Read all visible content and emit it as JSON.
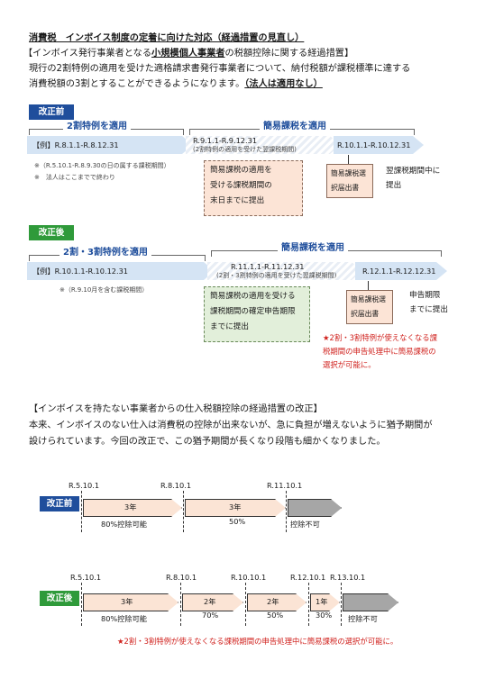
{
  "header": {
    "title": "消費税　インボイス制度の定着に向けた対応（経過措置の見直し）",
    "line1_a": "【インボイス発行事業者となる",
    "line1_b": "小規模個人事業者",
    "line1_c": "の税額控除に関する経過措置】",
    "line2": "現行の2割特例の適用を受けた適格請求書発行事業者について、納付税額が課税標準に達する",
    "line3_a": "消費税額の3割とすることができるようになります。",
    "line3_b": "（法人は適用なし）"
  },
  "before": {
    "tag": "改正前",
    "brace1": "2割特例を適用",
    "brace2": "簡易課税を適用",
    "seg1": "【例】R.8.1.1-R.8.12.31",
    "seg2": "R.9.1.1-R.9.12.31",
    "seg2_sub": "(2割特例の適用を受けた翌課税期間)",
    "seg3": "R.10.1.1-R.10.12.31",
    "note1": "※（R.5.10.1-R.8.9.30の日の属する課税期間）",
    "note2": "※　法人はここまでで終わり",
    "box1": [
      "簡易課税の適用を",
      "受ける課税期間の",
      "末日までに提出"
    ],
    "box2": [
      "簡易課税選",
      "択届出書"
    ],
    "box3": [
      "翌課税期間中に",
      "提出"
    ]
  },
  "after": {
    "tag": "改正後",
    "brace1": "2割・3割特例を適用",
    "brace2": "簡易課税を適用",
    "seg1": "【例】R.10.1.1-R.10.12.31",
    "seg2": "R.11.1.1-R.11.12.31",
    "seg2_sub": "(2割・3割特例の適用を受けた翌課税期間)",
    "seg3": "R.12.1.1-R.12.12.31",
    "note1": "※（R.9.10月を含む課税期間）",
    "box1": [
      "簡易課税の適用を受ける",
      "課税期間の確定申告期限",
      "までに提出"
    ],
    "box2": [
      "簡易課税選",
      "択届出書"
    ],
    "box3": [
      "申告期限",
      "までに提出"
    ],
    "star": [
      "★2割・3割特例が使えなくなる課",
      "税期間の申告処理中に簡易課税の",
      "選択が可能に。"
    ]
  },
  "section2": {
    "heading": "【インボイスを持たない事業者からの仕入税額控除の経過措置の改正】",
    "line1": "本来、インボイスのない仕入は消費税の控除が出来ないが、急に負担が増えないように猶予期間が",
    "line2": "設けられています。今回の改正で、この猶予期間が長くなり段階も細かくなりました。"
  },
  "timeline_before": {
    "tag": "改正前",
    "dates": [
      "R.5.10.1",
      "R.8.10.1",
      "R.11.10.1"
    ],
    "years": [
      "3年",
      "3年"
    ],
    "rates": [
      "80%控除可能",
      "50%"
    ],
    "end": "控除不可"
  },
  "timeline_after": {
    "tag": "改正後",
    "dates": [
      "R.5.10.1",
      "R.8.10.1",
      "R.10.10.1",
      "R.12.10.1",
      "R.13.10.1"
    ],
    "years": [
      "3年",
      "2年",
      "2年",
      "1年"
    ],
    "rates": [
      "80%控除可能",
      "70%",
      "50%",
      "30%"
    ],
    "end": "控除不可"
  },
  "footer_note": "★2割・3割特例が使えなくなる課税期間の申告処理中に簡易課税の選択が可能に。"
}
